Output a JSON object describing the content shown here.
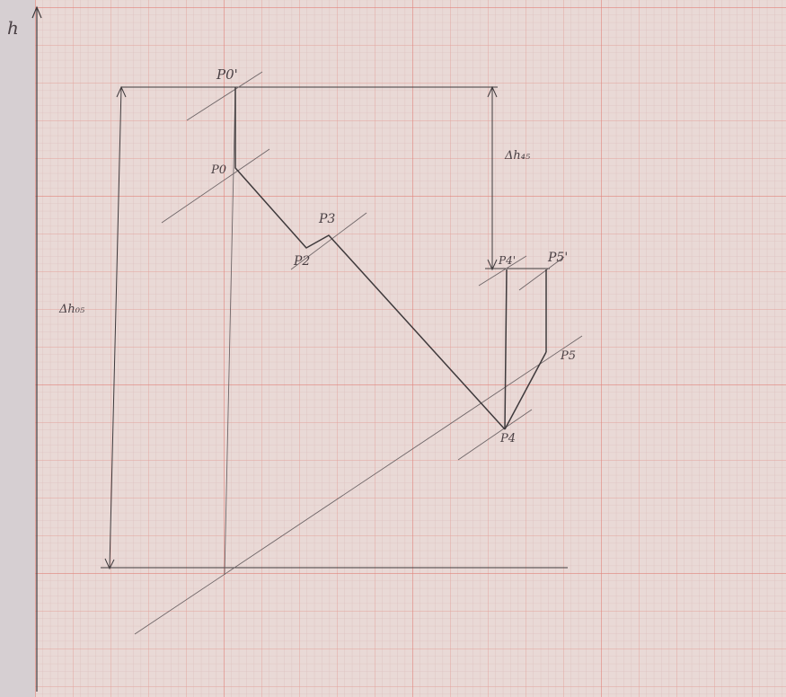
{
  "diagram": {
    "axis_label_h": "h",
    "labels": {
      "p0_prime": "P0'",
      "p0": "P0",
      "p2": "P2",
      "p3": "P3",
      "p4": "P4",
      "p4_prime": "P4'",
      "p5_prime": "P5'",
      "p5": "P5",
      "delta_h_small": "Δh₄₅",
      "delta_h_large": "Δh₀₅"
    },
    "colors": {
      "paper": "#e9d9d6",
      "minor_grid": "#d9b8b6",
      "major_grid": "#e08f88",
      "pencil": "#3f3a3c",
      "light_pencil": "#6f6668"
    }
  }
}
